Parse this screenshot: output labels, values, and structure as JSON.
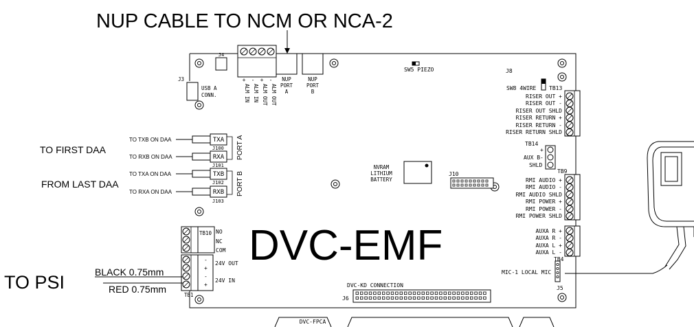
{
  "header": {
    "nup_cable": "NUP CABLE TO NCM OR NCA-2"
  },
  "board": {
    "title": "DVC-EMF",
    "fpca": "DVC-FPCA"
  },
  "left_labels": {
    "to_first_daa": "TO FIRST DAA",
    "from_last_daa": "FROM LAST DAA",
    "to_psi": "TO PSI",
    "black": "BLACK 0.75mm",
    "red": "RED 0.75mm"
  },
  "port_wires": [
    "TO TXB ON DAA",
    "TO RXB ON DAA",
    "TO TXA ON DAA",
    "TO RXA ON DAA"
  ],
  "port_connectors": [
    "TXA",
    "RXA",
    "TXB",
    "RXB"
  ],
  "port_jacks": [
    "J100",
    "J101",
    "J102",
    "J103"
  ],
  "port_groups": [
    "PORT A",
    "PORT B"
  ],
  "top": {
    "j4": "J4",
    "j3": "J3",
    "usb": [
      "USB A",
      "CONN."
    ],
    "alm_signs": [
      "+",
      "-",
      "+",
      "-"
    ],
    "alm_labels": [
      "ALM IN",
      "ALM IN",
      "ALM OUT",
      "ALM OUT"
    ],
    "nup_a": [
      "NUP",
      "PORT",
      "A"
    ],
    "nup_b": [
      "NUP",
      "PORT",
      "B"
    ],
    "sw5": "SW5 PIEZO",
    "j8": "J8"
  },
  "right": {
    "sw8": "SW8 4WIRE",
    "tb13": "TB13",
    "tb13_labels": [
      "RISER OUT +",
      "RISER OUT -",
      "RISER OUT SHLD",
      "RISER RETURN +",
      "RISER RETURN -",
      "RISER RETURN SHLD"
    ],
    "tb14": "TB14",
    "aux_b": "AUX B",
    "aux_b_signs": [
      "+",
      "-"
    ],
    "shld": "SHLD",
    "tb9": "TB9",
    "tb9_labels": [
      "RMI AUDIO +",
      "RMI AUDIO -",
      "RMI AUDIO SHLD",
      "RMI POWER +",
      "RMI POWER -",
      "RMI POWER SHLD"
    ],
    "auxa_labels": [
      "AUXA R +",
      "AUXA R -",
      "AUXA L +",
      "AUXA L -"
    ],
    "tb4": "TB4",
    "mic": "MIC-1 LOCAL MIC",
    "j5": "J5"
  },
  "center": {
    "battery": [
      "NVRAM",
      "LITHIUM",
      "BATTERY"
    ],
    "j10": "J10",
    "dvckd": "DVC-KD CONNECTION",
    "j6": "J6"
  },
  "bottom_left": {
    "tb10": "TB10",
    "tb10_labels": [
      "NO",
      "NC",
      "COM"
    ],
    "tb1": "TB1",
    "tb1_signs": [
      "-",
      "+",
      "-",
      "+"
    ],
    "v24_out": "24V OUT",
    "v24_in": "24V IN"
  }
}
